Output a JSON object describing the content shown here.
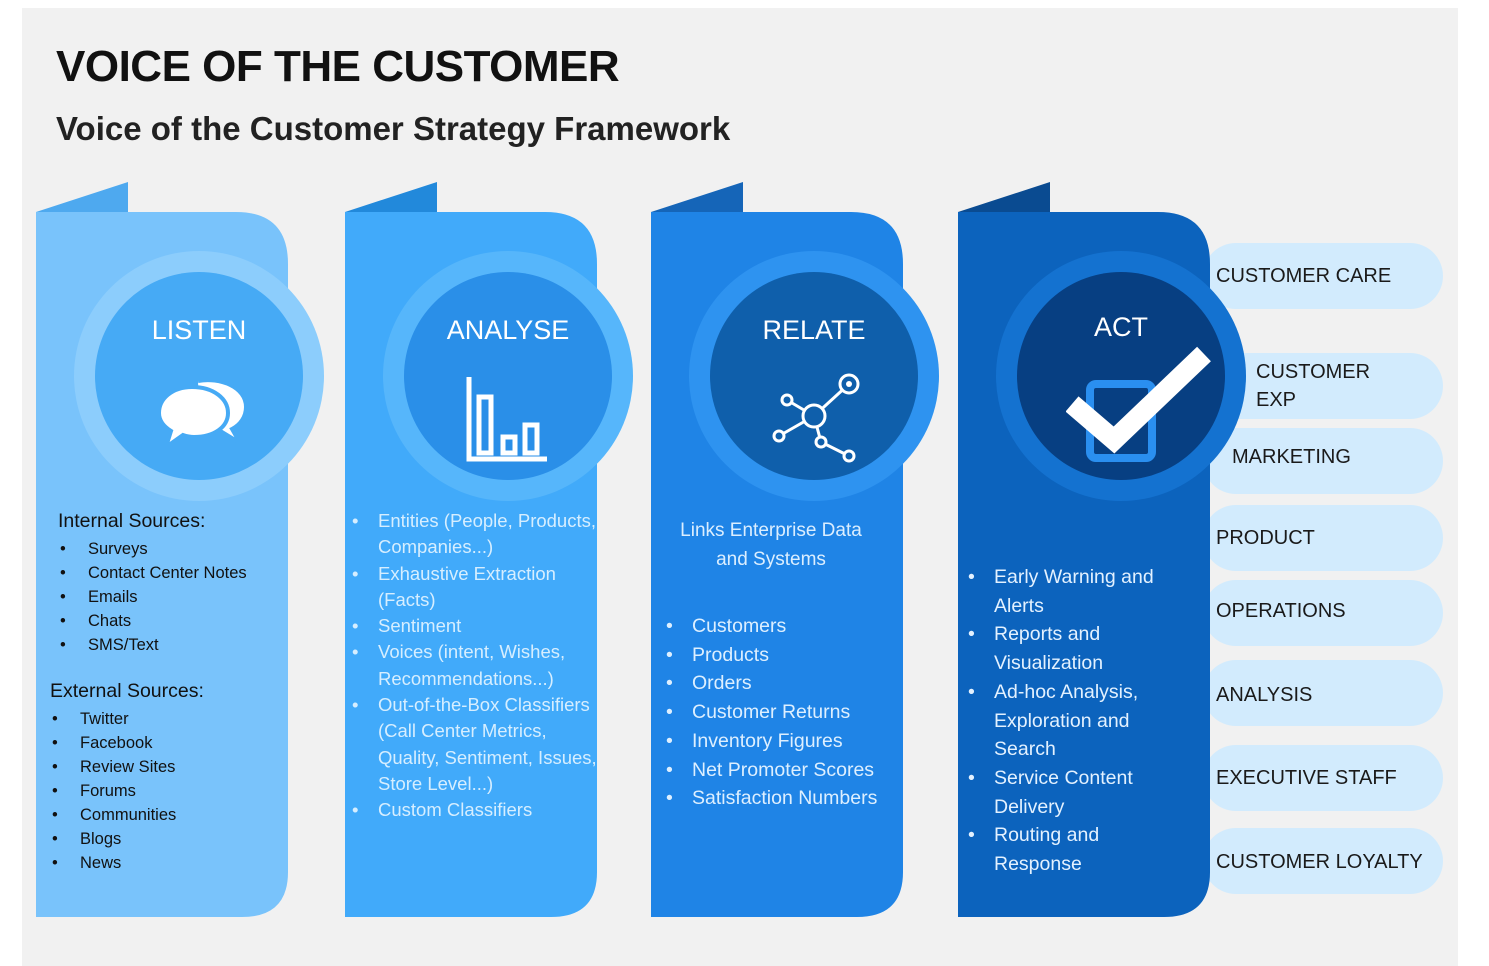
{
  "header": {
    "title": "VOICE OF THE CUSTOMER",
    "subtitle": "Voice of the Customer Strategy Framework"
  },
  "colors": {
    "listen": "#79c3fb",
    "analyse": "#41aafa",
    "relate": "#1f84e6",
    "act": "#0c63bd",
    "pill": "#d2ebfd"
  },
  "columns": {
    "listen": {
      "label": "LISTEN",
      "icon": "chat-bubbles-icon",
      "internal_header": "Internal Sources:",
      "internal": [
        "Surveys",
        "Contact Center Notes",
        "Emails",
        "Chats",
        "SMS/Text"
      ],
      "external_header": "External Sources:",
      "external": [
        "Twitter",
        "Facebook",
        "Review Sites",
        "Forums",
        "Communities",
        "Blogs",
        "News"
      ]
    },
    "analyse": {
      "label": "ANALYSE",
      "icon": "bar-chart-icon",
      "items": [
        "Entities (People, Products, Companies...)",
        "Exhaustive Extraction (Facts)",
        "Sentiment",
        "Voices (intent, Wishes, Recommendations...)",
        "Out-of-the-Box Classifiers (Call Center Metrics, Quality, Sentiment, Issues, Store Level...)",
        "Custom Classifiers"
      ]
    },
    "relate": {
      "label": "RELATE",
      "icon": "network-icon",
      "intro": "Links Enterprise Data and Systems",
      "items": [
        "Customers",
        "Products",
        "Orders",
        "Customer Returns",
        "Inventory Figures",
        "Net Promoter Scores",
        "Satisfaction Numbers"
      ]
    },
    "act": {
      "label": "ACT",
      "icon": "checkbox-icon",
      "items": [
        "Early Warning and Alerts",
        "Reports and Visualization",
        "Ad-hoc Analysis, Exploration and Search",
        "Service Content Delivery",
        "Routing and Response"
      ]
    }
  },
  "targets": [
    "CUSTOMER CARE",
    "CUSTOMER EXP",
    "MARKETING",
    "PRODUCT",
    "OPERATIONS",
    "ANALYSIS",
    "EXECUTIVE STAFF",
    "CUSTOMER LOYALTY"
  ]
}
